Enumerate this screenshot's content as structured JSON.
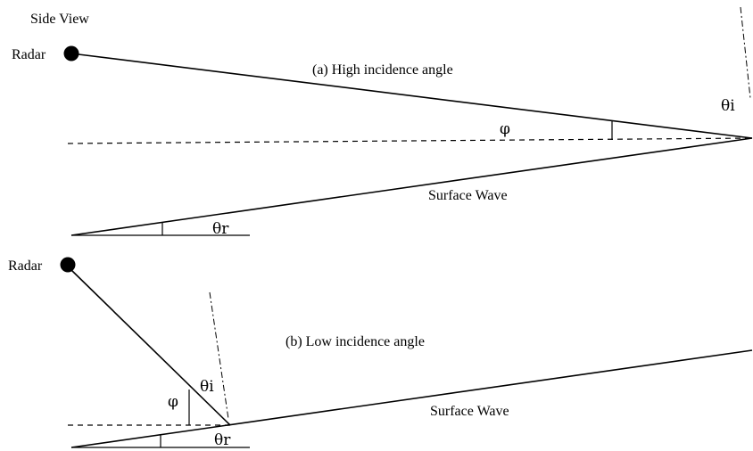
{
  "figure": {
    "header": "Side View",
    "panel_a": {
      "radar_label": "Radar",
      "caption": "(a) High incidence angle",
      "phi_label": "φ",
      "theta_i_label": "θi",
      "surface_label": "Surface Wave",
      "theta_r_label": "θr"
    },
    "panel_b": {
      "radar_label": "Radar",
      "caption": "(b) Low incidence angle",
      "phi_label": "φ",
      "theta_i_label": "θi",
      "surface_label": "Surface Wave",
      "theta_r_label": "θr"
    }
  }
}
